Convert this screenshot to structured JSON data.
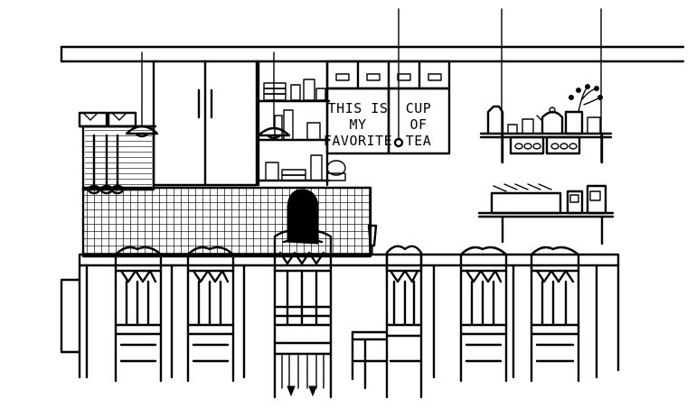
{
  "illustration": {
    "style": "black-and-white line drawing",
    "colors": {
      "ink": "#000000",
      "paper": "#ffffff"
    }
  },
  "signs": [
    {
      "lines": [
        "THIS IS",
        "MY",
        "FAVORITE"
      ]
    },
    {
      "lines": [
        "CUP",
        "OF",
        "TEA"
      ]
    }
  ]
}
